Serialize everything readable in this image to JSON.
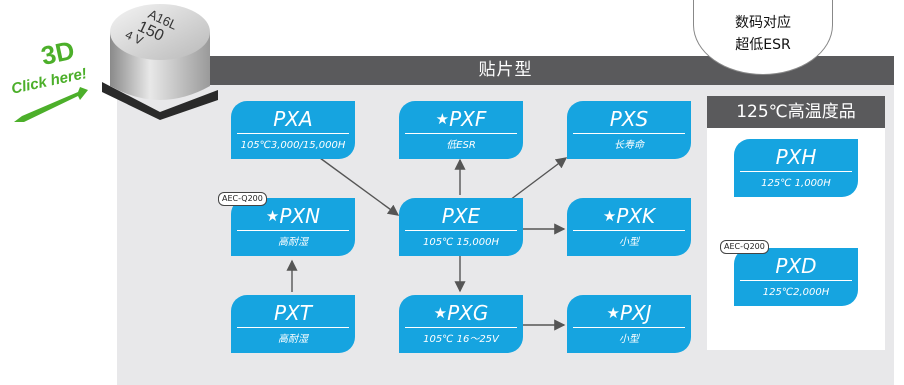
{
  "banner": {
    "title": "贴片型"
  },
  "callout": {
    "line1": "数码对应",
    "line2": "超低ESR"
  },
  "high_temp": {
    "title": "125℃高温度品"
  },
  "logo": {
    "big": "3D",
    "small": "Click here!",
    "color": "#4caf2a"
  },
  "capacitor": {
    "marking1": "A16L",
    "marking2": "150",
    "marking3": "4 V"
  },
  "colors": {
    "node": "#16a4e0",
    "bar": "#5a5a5c",
    "panel": "#e8e8ea"
  },
  "nodes": {
    "pxa": {
      "name": "PXA",
      "sub": "105℃3,000/15,000H",
      "star": ""
    },
    "pxf": {
      "name": "PXF",
      "sub": "低ESR",
      "star": "★"
    },
    "pxs": {
      "name": "PXS",
      "sub": "长寿命",
      "star": ""
    },
    "pxn": {
      "name": "PXN",
      "sub": "高耐湿",
      "star": "★",
      "badge": "AEC-Q200"
    },
    "pxe": {
      "name": "PXE",
      "sub": "105℃ 15,000H",
      "star": ""
    },
    "pxk": {
      "name": "PXK",
      "sub": "小型",
      "star": "★"
    },
    "pxt": {
      "name": "PXT",
      "sub": "高耐湿",
      "star": ""
    },
    "pxg": {
      "name": "PXG",
      "sub": "105℃ 16～25V",
      "star": "★"
    },
    "pxj": {
      "name": "PXJ",
      "sub": "小型",
      "star": "★"
    },
    "pxh": {
      "name": "PXH",
      "sub": "125℃ 1,000H",
      "star": ""
    },
    "pxd": {
      "name": "PXD",
      "sub": "125℃2,000H",
      "star": "",
      "badge": "AEC-Q200"
    }
  }
}
